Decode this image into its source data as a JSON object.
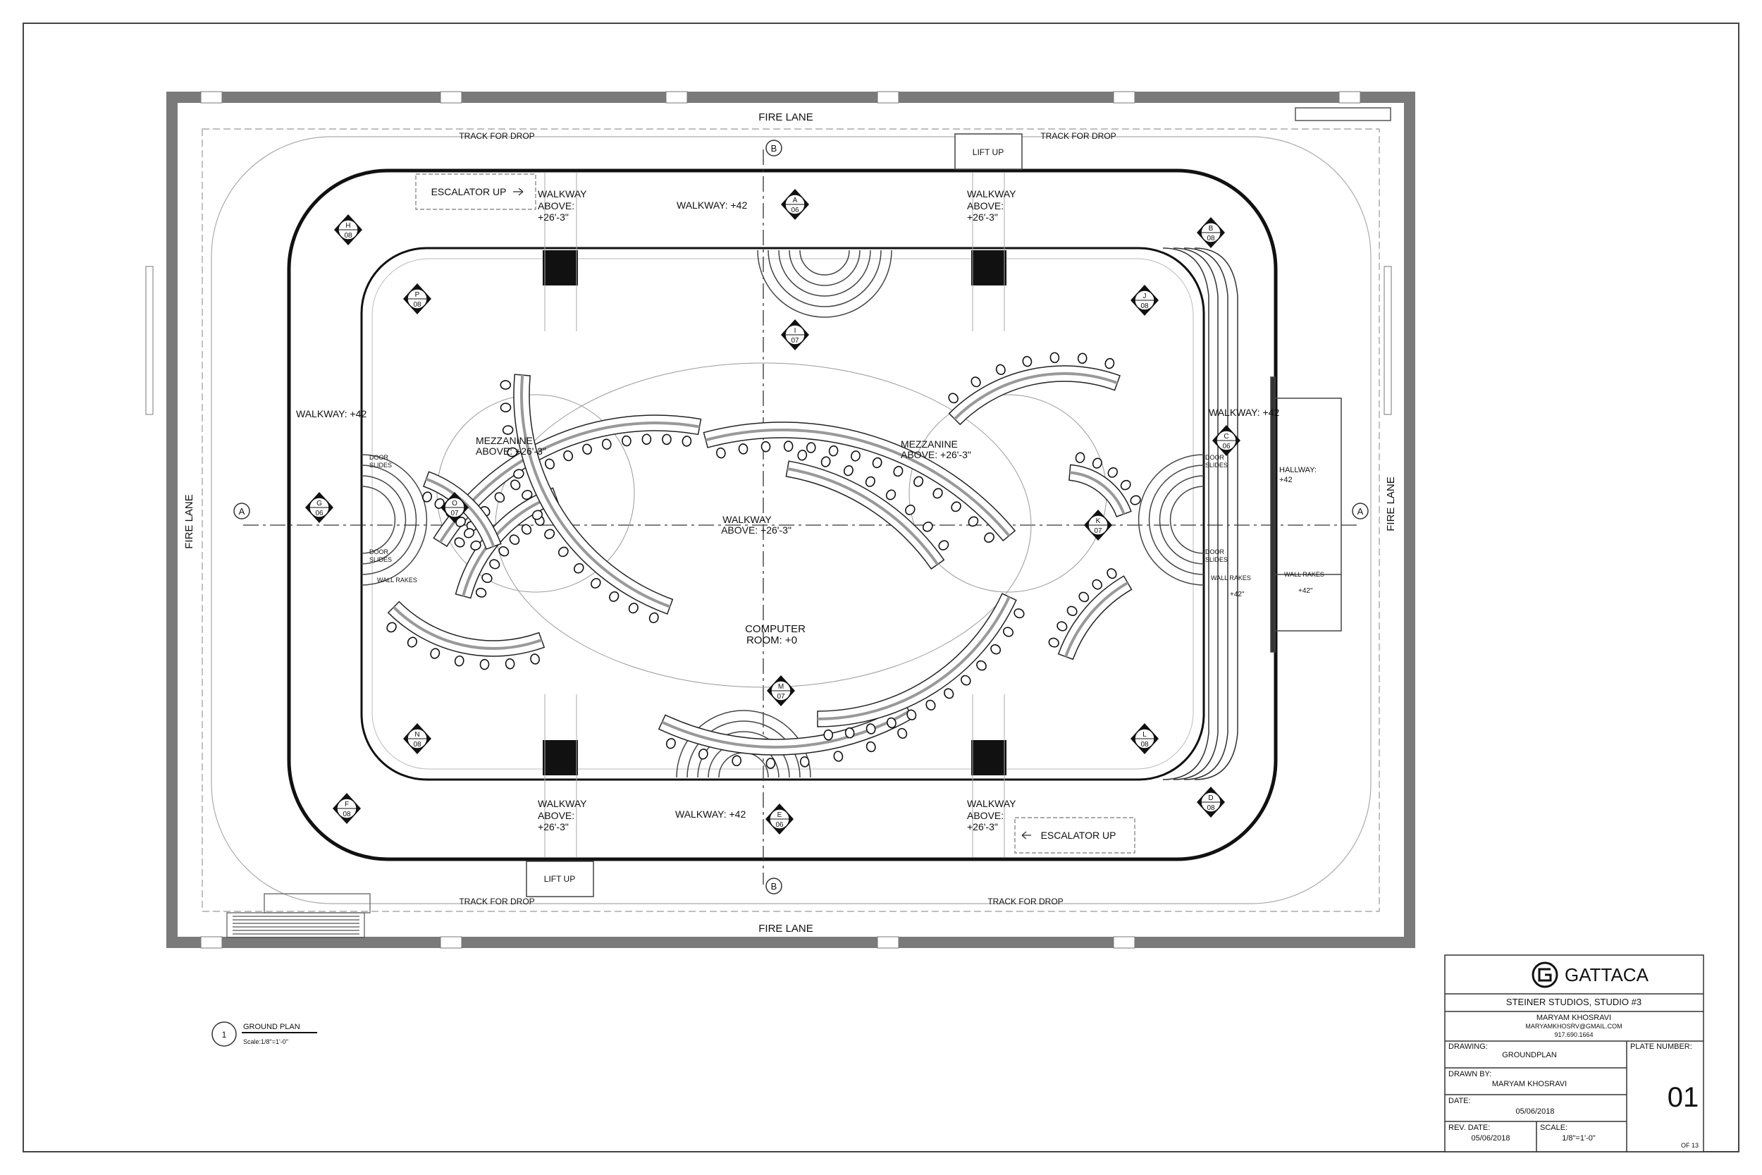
{
  "labels": {
    "fire_lane": "FIRE LANE",
    "track_for_drop": "TRACK FOR DROP",
    "lift_up": "LIFT UP",
    "escalator_up": "ESCALATOR UP",
    "walkway_line1": "WALKWAY",
    "walkway_above": "ABOVE:",
    "walkway_height": "+26'-3\"",
    "walkway_42": "WALKWAY: +42",
    "mezzanine": "MEZZANINE",
    "mezzanine_above": "ABOVE: +26'-3\"",
    "walkway_center_1": "WALKWAY",
    "walkway_center_2": "ABOVE: +26'-3\"",
    "computer_room_1": "COMPUTER",
    "computer_room_2": "ROOM: +0",
    "door_slides_1": "DOOR",
    "door_slides_2": "SLIDES",
    "wall_rakes": "WALL RAKES",
    "hallway_1": "HALLWAY:",
    "hallway_2": "+42",
    "plus42": "+42\"",
    "section_a": "A",
    "section_b": "B"
  },
  "view_markers": [
    {
      "letter": "A",
      "sheet": "06"
    },
    {
      "letter": "B",
      "sheet": "08"
    },
    {
      "letter": "C",
      "sheet": "06"
    },
    {
      "letter": "D",
      "sheet": "08"
    },
    {
      "letter": "E",
      "sheet": "06"
    },
    {
      "letter": "F",
      "sheet": "08"
    },
    {
      "letter": "G",
      "sheet": "06"
    },
    {
      "letter": "H",
      "sheet": "08"
    },
    {
      "letter": "I",
      "sheet": "07"
    },
    {
      "letter": "J",
      "sheet": "08"
    },
    {
      "letter": "K",
      "sheet": "07"
    },
    {
      "letter": "L",
      "sheet": "08"
    },
    {
      "letter": "M",
      "sheet": "07"
    },
    {
      "letter": "N",
      "sheet": "08"
    },
    {
      "letter": "O",
      "sheet": "07"
    },
    {
      "letter": "P",
      "sheet": "08"
    }
  ],
  "drawing_label": {
    "number": "1",
    "title": "GROUND PLAN",
    "scale": "Scale:1/8\"=1'-0\""
  },
  "title_block": {
    "company": "GATTACA",
    "project": "STEINER STUDIOS, STUDIO #3",
    "designer": "MARYAM KHOSRAVI",
    "email": "MARYAMKHOSRV@GMAIL.COM",
    "phone": "917.690.1664",
    "drawing_label": "DRAWING:",
    "drawing_value": "GROUNDPLAN",
    "drawn_by_label": "DRAWN BY:",
    "drawn_by_value": "MARYAM KHOSRAVI",
    "date_label": "DATE:",
    "date_value": "05/06/2018",
    "rev_date_label": "REV. DATE:",
    "rev_date_value": "05/06/2018",
    "scale_label": "SCALE:",
    "scale_value": "1/8\"=1'-0\"",
    "plate_label": "PLATE NUMBER:",
    "plate_value": "01",
    "of_total": "OF 13"
  }
}
